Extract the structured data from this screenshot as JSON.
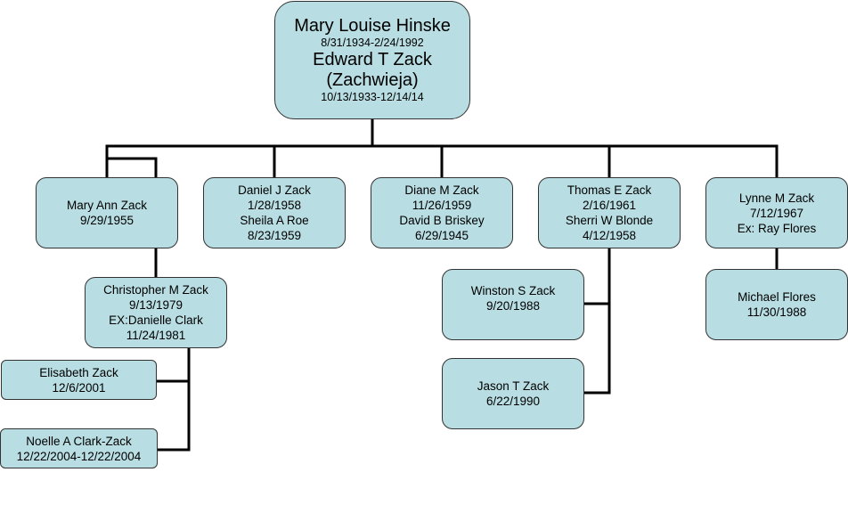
{
  "colors": {
    "box_fill": "#b8dde2",
    "box_border": "#333333",
    "line": "#000000"
  },
  "root": {
    "name1": "Mary Louise Hinske",
    "dates1": "8/31/1934-2/24/1992",
    "name2": "Edward T Zack",
    "name2_alt": "(Zachwieja)",
    "dates2": "10/13/1933-12/14/14"
  },
  "children": [
    {
      "lines": [
        "Mary Ann Zack",
        "9/29/1955"
      ]
    },
    {
      "lines": [
        "Daniel J Zack",
        "1/28/1958",
        "Sheila A Roe",
        "8/23/1959"
      ]
    },
    {
      "lines": [
        "Diane M Zack",
        "11/26/1959",
        "David B Briskey",
        "6/29/1945"
      ]
    },
    {
      "lines": [
        "Thomas E Zack",
        "2/16/1961",
        "Sherri W Blonde",
        "4/12/1958"
      ]
    },
    {
      "lines": [
        "Lynne M Zack",
        "7/12/1967",
        "Ex: Ray Flores"
      ]
    }
  ],
  "grandchildren": {
    "christopher": {
      "lines": [
        "Christopher M Zack",
        "9/13/1979",
        "EX:Danielle Clark",
        "11/24/1981"
      ]
    },
    "winston": {
      "lines": [
        "Winston S Zack",
        "9/20/1988"
      ]
    },
    "jason": {
      "lines": [
        "Jason T Zack",
        "6/22/1990"
      ]
    },
    "michael": {
      "lines": [
        "Michael Flores",
        "11/30/1988"
      ]
    }
  },
  "great_grandchildren": {
    "elisabeth": {
      "lines": [
        "Elisabeth Zack",
        "12/6/2001"
      ]
    },
    "noelle": {
      "lines": [
        "Noelle A Clark-Zack",
        "12/22/2004-12/22/2004"
      ]
    }
  }
}
